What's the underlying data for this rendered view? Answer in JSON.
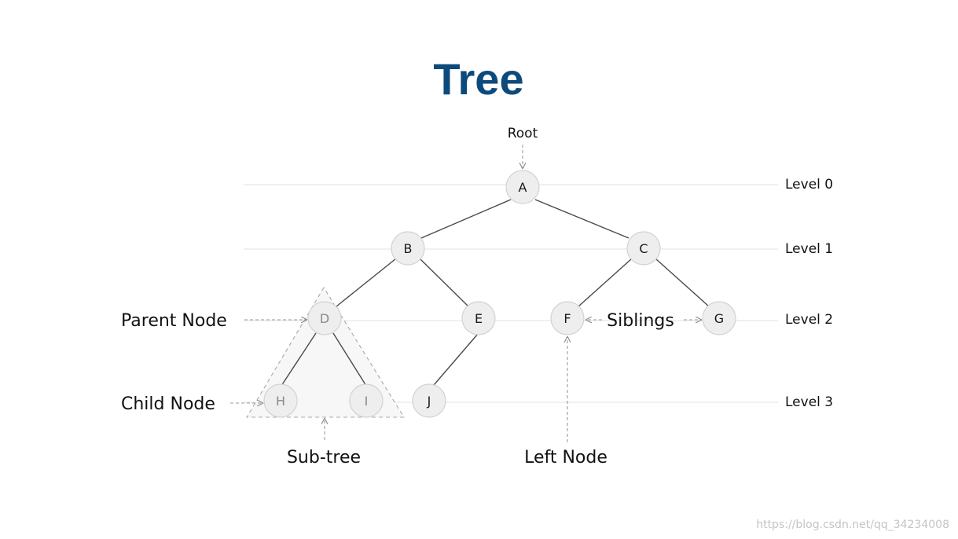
{
  "title": "Tree",
  "root_label": "Root",
  "levels": [
    "Level 0",
    "Level 1",
    "Level 2",
    "Level 3"
  ],
  "nodes": [
    "A",
    "B",
    "C",
    "D",
    "E",
    "F",
    "G",
    "H",
    "I",
    "J"
  ],
  "callouts": {
    "parent_node": "Parent Node",
    "child_node": "Child Node",
    "siblings": "Siblings",
    "sub_tree": "Sub-tree",
    "left_node": "Left Node"
  },
  "watermark": "https://blog.csdn.net/qq_34234008"
}
